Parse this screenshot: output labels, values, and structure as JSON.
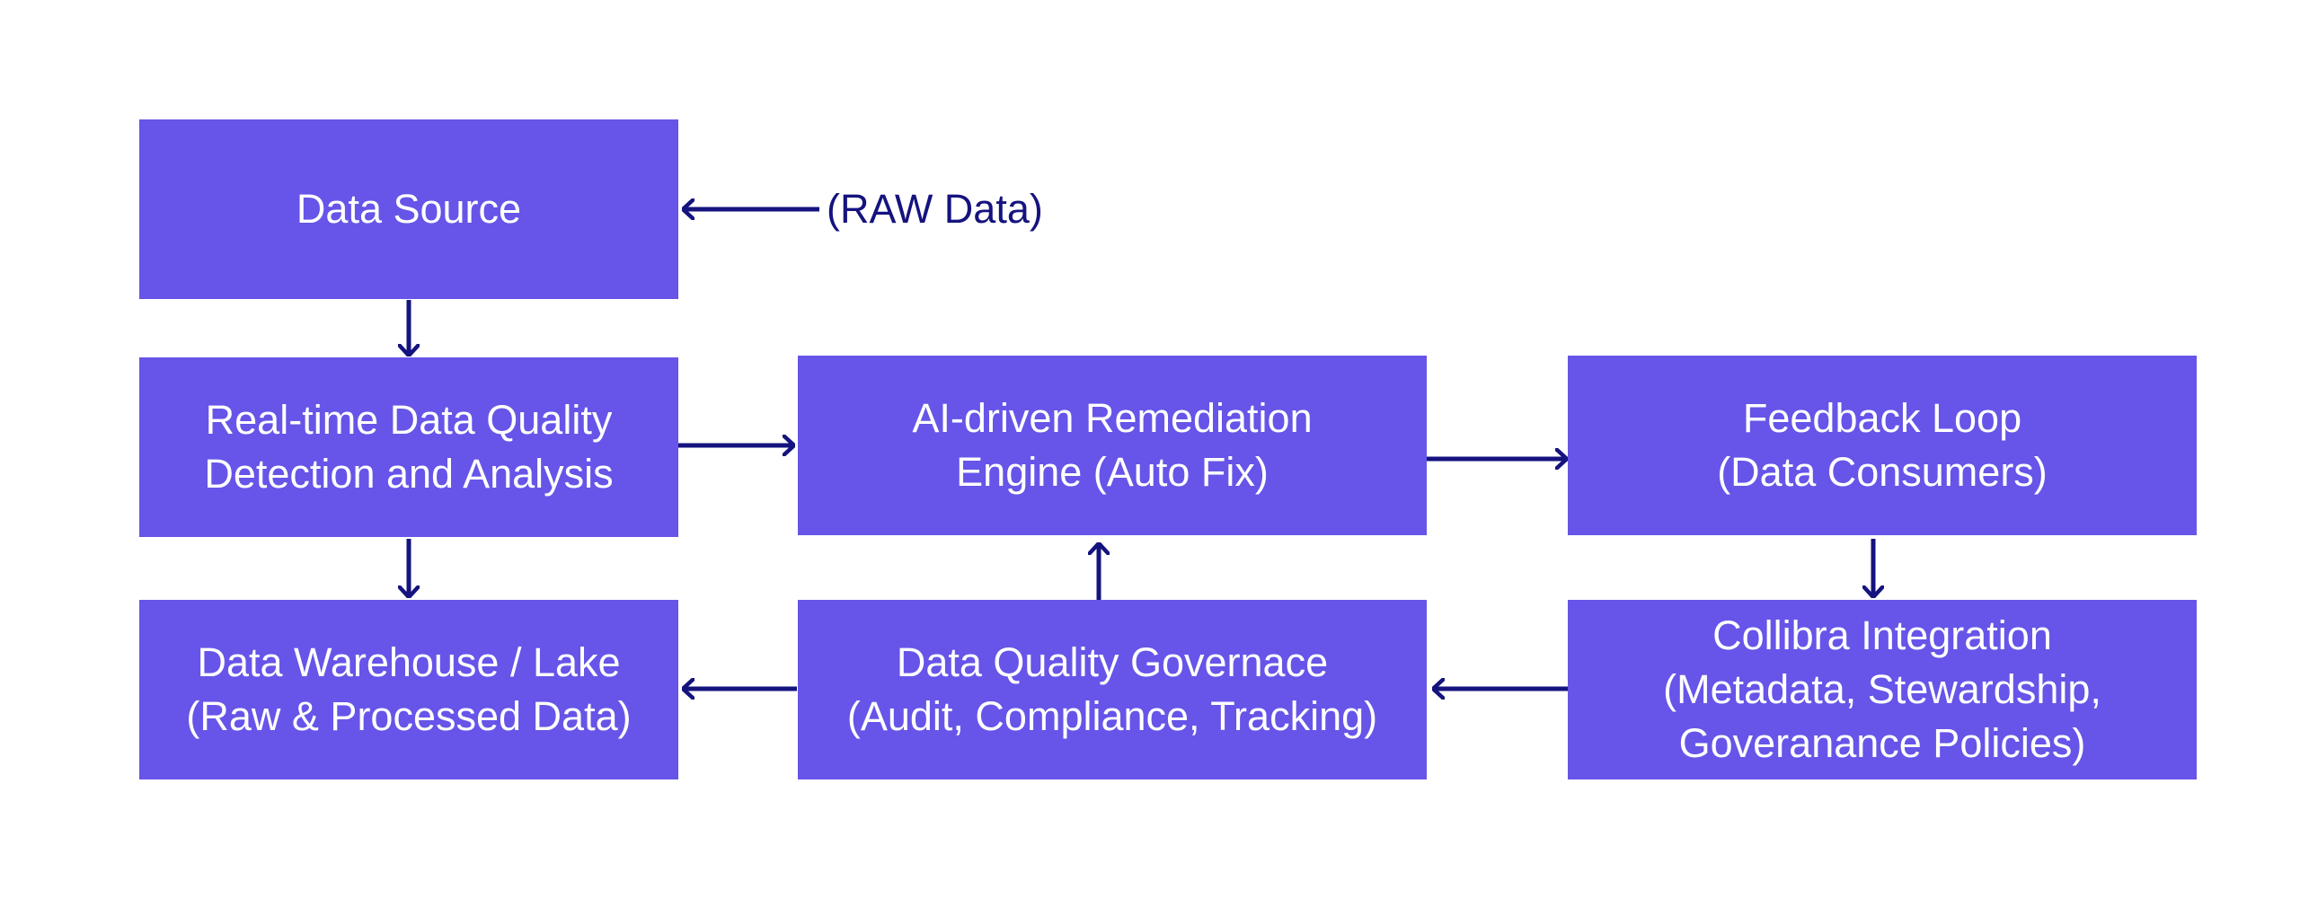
{
  "colors": {
    "box": "#6655e8",
    "box_text": "#ffffff",
    "arrow": "#15137e",
    "background": "#ffffff"
  },
  "nodes": {
    "data_source": {
      "lines": [
        "Data Source"
      ]
    },
    "detection": {
      "lines": [
        "Real-time Data Quality",
        "Detection and Analysis"
      ]
    },
    "warehouse": {
      "lines": [
        "Data Warehouse / Lake",
        "(Raw & Processed Data)"
      ]
    },
    "remediation": {
      "lines": [
        "AI-driven Remediation",
        "Engine (Auto Fix)"
      ]
    },
    "governance": {
      "lines": [
        "Data Quality Governace",
        "(Audit, Compliance, Tracking)"
      ]
    },
    "feedback": {
      "lines": [
        "Feedback Loop",
        "(Data Consumers)"
      ]
    },
    "collibra": {
      "lines": [
        "Collibra Integration",
        "(Metadata, Stewardship,",
        "Goveranance Policies)"
      ]
    }
  },
  "raw_label": "(RAW Data)",
  "edges": [
    {
      "from": "raw_data",
      "to": "data_source"
    },
    {
      "from": "data_source",
      "to": "detection"
    },
    {
      "from": "detection",
      "to": "warehouse"
    },
    {
      "from": "detection",
      "to": "remediation"
    },
    {
      "from": "remediation",
      "to": "feedback"
    },
    {
      "from": "feedback",
      "to": "collibra"
    },
    {
      "from": "collibra",
      "to": "governance"
    },
    {
      "from": "governance",
      "to": "remediation"
    },
    {
      "from": "governance",
      "to": "warehouse"
    }
  ]
}
